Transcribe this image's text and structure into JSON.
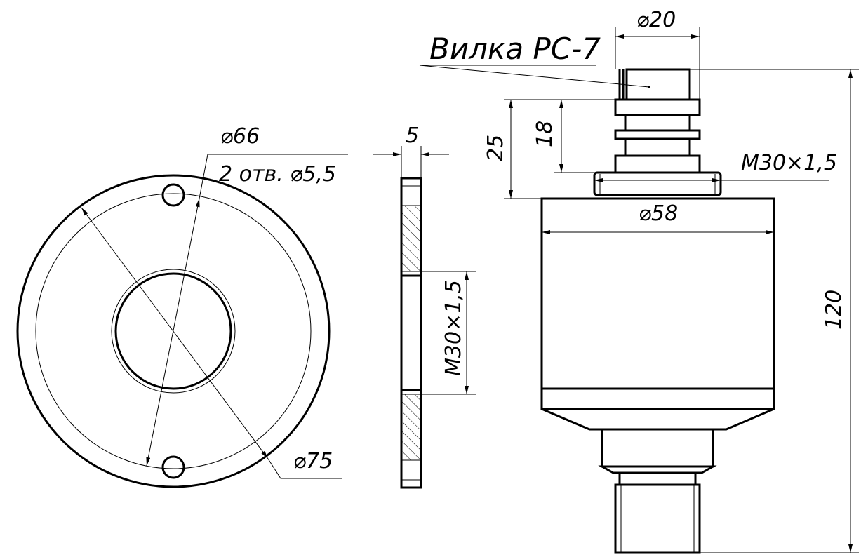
{
  "labels": {
    "connector": "Вилка РС-7",
    "d20": "⌀20",
    "d66": "⌀66",
    "holes": "2 отв. ⌀5,5",
    "d75": "⌀75",
    "t5": "5",
    "thread_v": "М30×1,5",
    "thread_h": "М30×1,5",
    "d58": "⌀58",
    "h25": "25",
    "h18": "18",
    "h120": "120"
  }
}
